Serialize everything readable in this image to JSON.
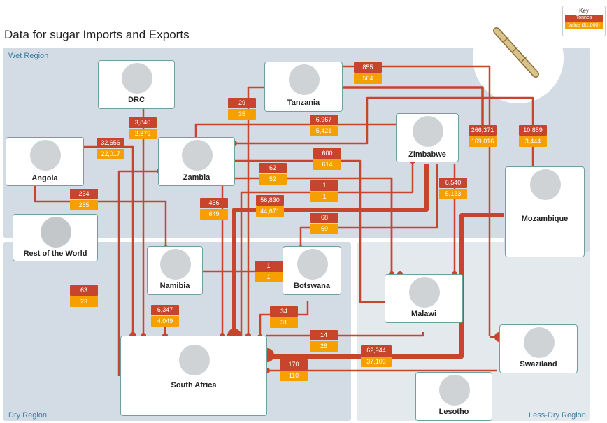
{
  "title": "Data for sugar Imports and Exports",
  "key": {
    "heading": "Key",
    "tonnes_label": "Tonnes",
    "value_label": "Value ($1,000)"
  },
  "regions": {
    "wet": "Wet Region",
    "dry": "Dry Region",
    "less_dry": "Less-Dry Region"
  },
  "countries": {
    "drc": "DRC",
    "tanzania": "Tanzania",
    "angola": "Angola",
    "zambia": "Zambia",
    "zimbabwe": "Zimbabwe",
    "mozambique": "Mozambique",
    "rest": "Rest of the World",
    "namibia": "Namibia",
    "botswana": "Botswana",
    "malawi": "Malawi",
    "south_africa": "South Africa",
    "swaziland": "Swaziland",
    "lesotho": "Lesotho"
  },
  "flows": [
    {
      "tonnes": "855",
      "value": "564"
    },
    {
      "tonnes": "29",
      "value": "35"
    },
    {
      "tonnes": "3,840",
      "value": "2,879"
    },
    {
      "tonnes": "6,967",
      "value": "5,421"
    },
    {
      "tonnes": "32,656",
      "value": "22,017"
    },
    {
      "tonnes": "266,371",
      "value": "169,016"
    },
    {
      "tonnes": "10,859",
      "value": "3,444"
    },
    {
      "tonnes": "600",
      "value": "614"
    },
    {
      "tonnes": "62",
      "value": "52"
    },
    {
      "tonnes": "234",
      "value": "285"
    },
    {
      "tonnes": "1",
      "value": "1"
    },
    {
      "tonnes": "6,540",
      "value": "5,133"
    },
    {
      "tonnes": "466",
      "value": "649"
    },
    {
      "tonnes": "56,830",
      "value": "44,671"
    },
    {
      "tonnes": "68",
      "value": "69"
    },
    {
      "tonnes": "1",
      "value": "1"
    },
    {
      "tonnes": "63",
      "value": "23"
    },
    {
      "tonnes": "6,347",
      "value": "4,049"
    },
    {
      "tonnes": "34",
      "value": "31"
    },
    {
      "tonnes": "14",
      "value": "28"
    },
    {
      "tonnes": "62,944",
      "value": "37,103"
    },
    {
      "tonnes": "170",
      "value": "110"
    }
  ],
  "colors": {
    "tonnes": "#c8452d",
    "value": "#f5a000",
    "flow": "#c8452d",
    "region": "#d3dce4"
  }
}
